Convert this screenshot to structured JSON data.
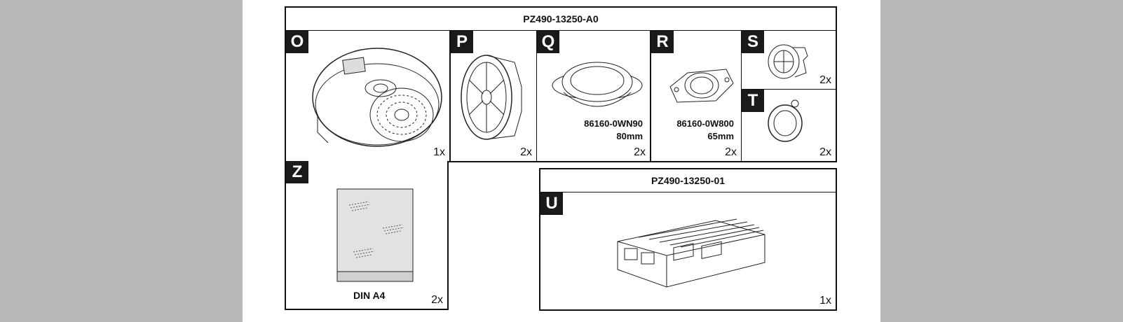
{
  "kit_a": {
    "part_number": "PZ490-13250-A0",
    "items": [
      {
        "letter": "O",
        "qty": "1x",
        "icon": "subwoofer-speaker-icon"
      },
      {
        "letter": "P",
        "qty": "2x",
        "icon": "door-speaker-icon"
      },
      {
        "letter": "Q",
        "qty": "2x",
        "part": "86160-0WN90",
        "size": "80mm",
        "icon": "oval-speaker-icon"
      },
      {
        "letter": "R",
        "qty": "2x",
        "part": "86160-0W800",
        "size": "65mm",
        "icon": "small-speaker-icon"
      },
      {
        "letter": "S",
        "qty": "2x",
        "icon": "tweeter-housing-icon"
      },
      {
        "letter": "T",
        "qty": "2x",
        "icon": "tweeter-cover-icon"
      },
      {
        "letter": "Z",
        "qty": "2x",
        "label": "DIN A4",
        "icon": "instruction-sheet-icon"
      }
    ]
  },
  "kit_b": {
    "part_number": "PZ490-13250-01",
    "items": [
      {
        "letter": "U",
        "qty": "1x",
        "icon": "amplifier-icon"
      }
    ]
  }
}
